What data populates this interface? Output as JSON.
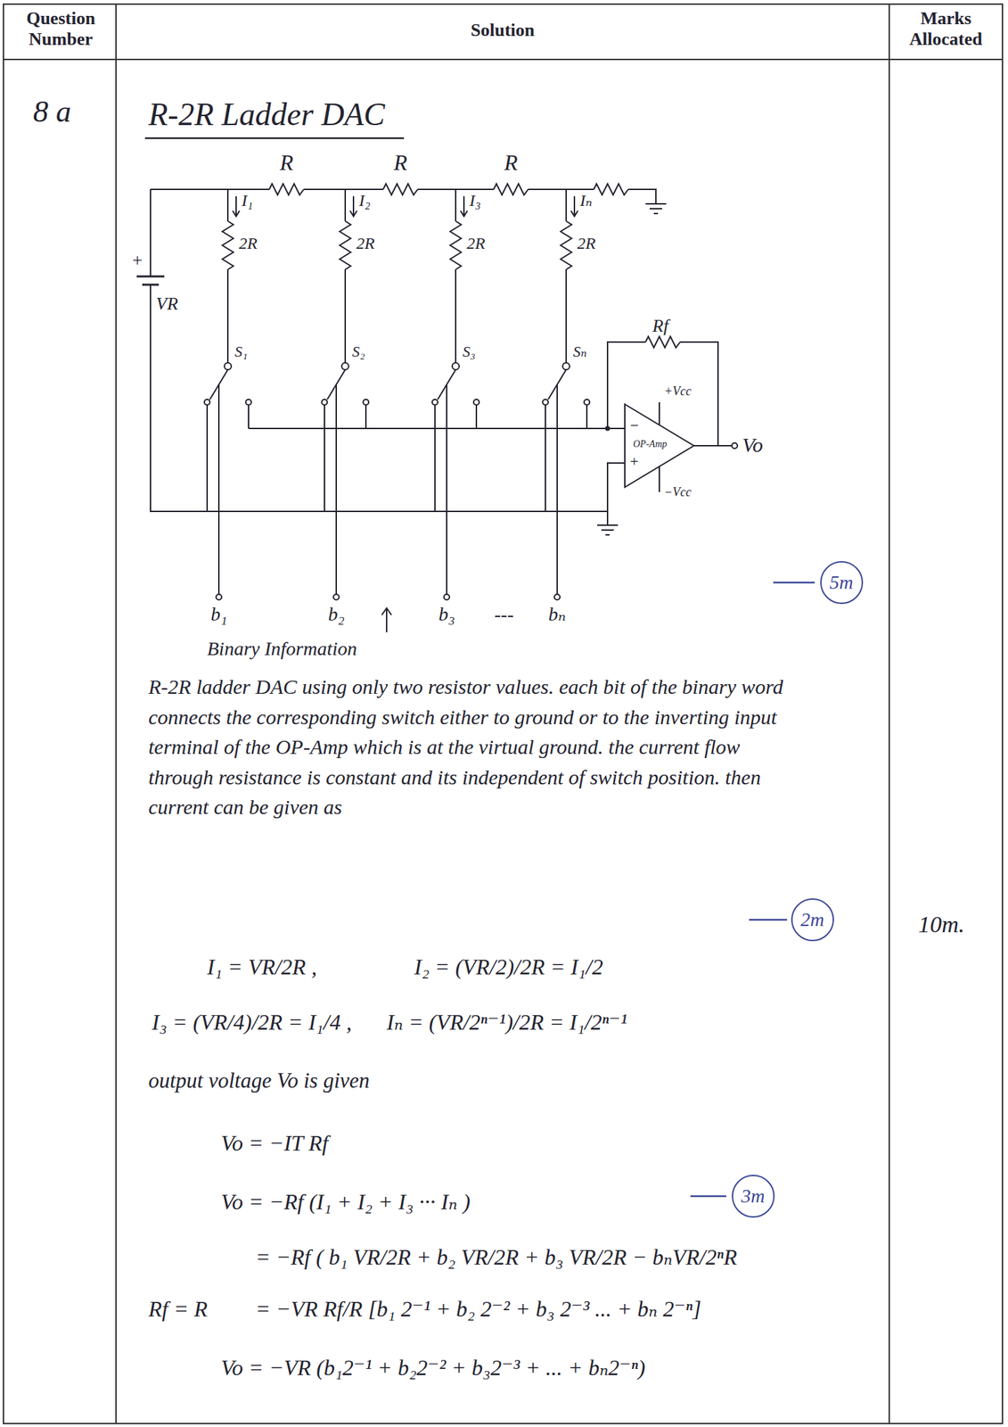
{
  "diagram": {
    "title": "R-2R Ladder DAC",
    "nodes": [
      {
        "text": [
          "−",
          "OP-Amp",
          "+"
        ]
      },
      {
        "text": [
          "5m"
        ]
      },
      {
        "text": [
          "2m"
        ]
      },
      {
        "text": [
          "3m"
        ]
      }
    ],
    "labels": [
      "Question Number",
      "Solution",
      "Marks Allocated",
      "8 a",
      "R",
      "R",
      "R",
      "I₁",
      "I₂",
      "I₃",
      "Iₙ",
      "2R",
      "2R",
      "2R",
      "2R",
      "+",
      "VR",
      "Rf",
      "S₁",
      "S₂",
      "S₃",
      "Sₙ",
      "+Vcc",
      "−Vcc",
      "Vo",
      "b₁",
      "b₂",
      "b₃",
      "---",
      "bₙ",
      "Binary Information",
      "R-2R ladder DAC using only two resistor values. each bit of the binary word connects the corresponding switch either to ground or to the inverting input terminal of the OP-Amp which is at the virtual ground. the current flow through resistance is constant and its independent of switch position. then current can be given as",
      "10m.",
      "I₁ = VR/2R ,",
      "I₂ = (VR/2)/2R = I₁/2",
      "I₃ = (VR/4)/2R = I₁/4 ,",
      "Iₙ = (VR/2ⁿ⁻¹)/2R = I₁/2ⁿ⁻¹",
      "output voltage Vo is given",
      "Vo = −IT Rf",
      "Vo = −Rf (I₁ + I₂ + I₃ ··· Iₙ )",
      "= −Rf ( b₁ VR/2R + b₂ VR/2R + b₃ VR/2R − bₙVR/2ⁿR",
      "Rf = R",
      "= −VR Rf/R [b₁ 2⁻¹ + b₂ 2⁻² + b₃ 2⁻³ ... + bₙ 2⁻ⁿ]",
      "Vo = −VR (b₁2⁻¹ + b₂2⁻² + b₃2⁻³ + ... + bₙ2⁻ⁿ)"
    ]
  }
}
